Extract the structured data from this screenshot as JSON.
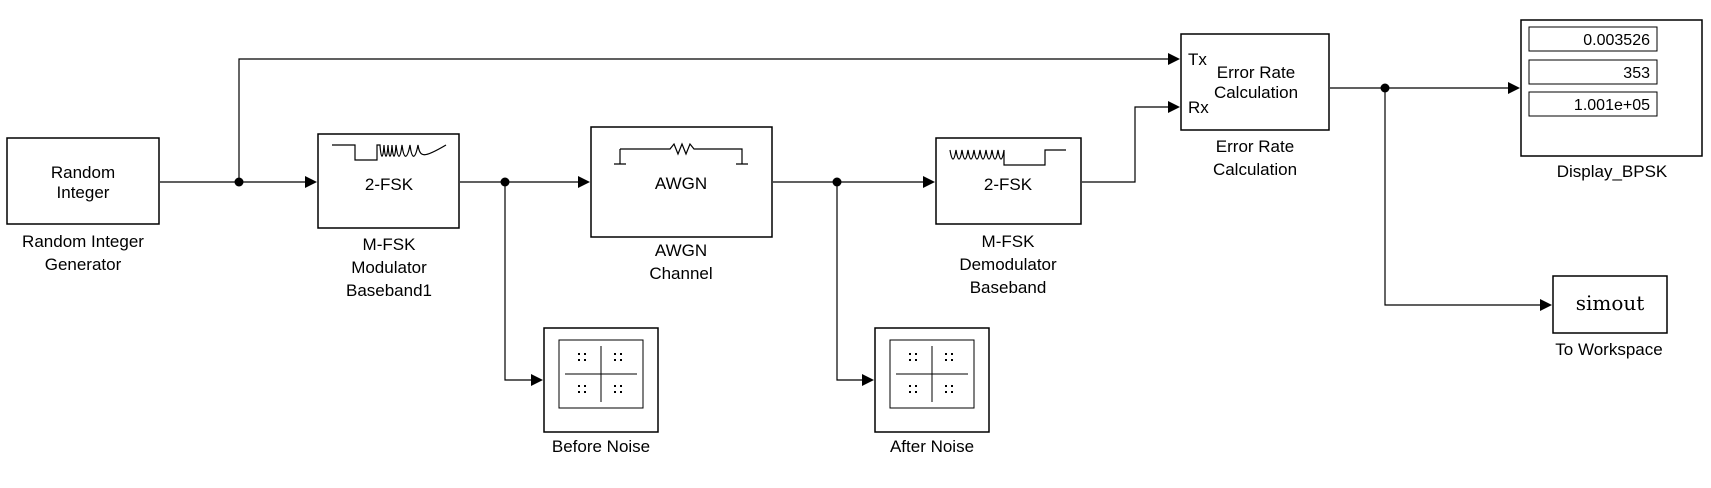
{
  "blocks": {
    "random_integer": {
      "text_line1": "Random",
      "text_line2": "Integer",
      "label_line1": "Random Integer",
      "label_line2": "Generator"
    },
    "mfsk_mod": {
      "text": "2-FSK",
      "label_line1": "M-FSK",
      "label_line2": "Modulator",
      "label_line3": "Baseband1"
    },
    "awgn": {
      "text": "AWGN",
      "label_line1": "AWGN",
      "label_line2": "Channel"
    },
    "mfsk_demod": {
      "text": "2-FSK",
      "label_line1": "M-FSK",
      "label_line2": "Demodulator",
      "label_line3": "Baseband"
    },
    "error_rate": {
      "port_tx": "Tx",
      "port_rx": "Rx",
      "text_line1": "Error Rate",
      "text_line2": "Calculation",
      "label_line1": "Error Rate",
      "label_line2": "Calculation"
    },
    "display": {
      "values": [
        "0.003526",
        "353",
        "1.001e+05"
      ],
      "label": "Display_BPSK"
    },
    "to_workspace": {
      "text": "simout",
      "label": "To Workspace"
    },
    "before_noise": {
      "label": "Before Noise"
    },
    "after_noise": {
      "label": "After Noise"
    }
  }
}
